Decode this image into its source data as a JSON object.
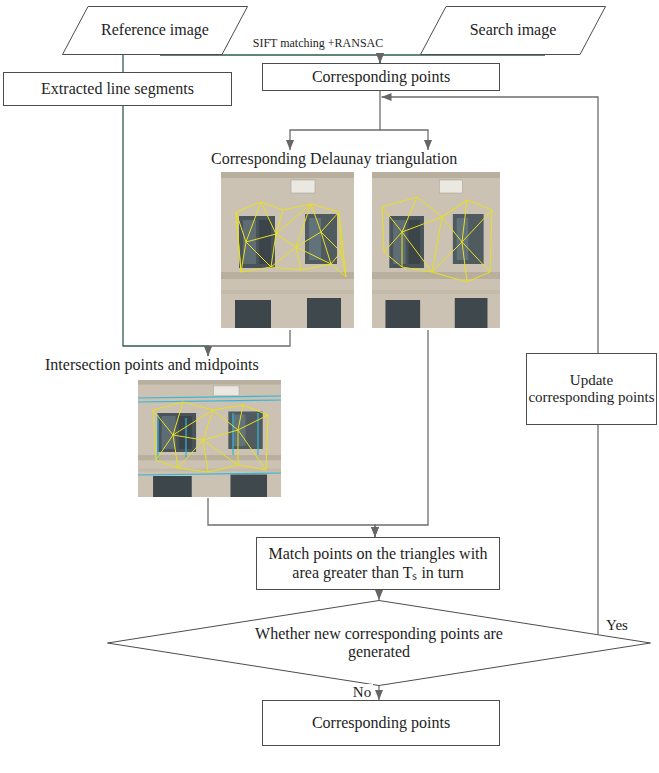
{
  "diagram": {
    "nodes": [
      {
        "text": [
          "Reference image"
        ]
      },
      {
        "text": [
          "Search image"
        ]
      },
      {
        "text": [
          "Extracted line segments"
        ]
      },
      {
        "text": [
          "Corresponding points"
        ]
      },
      {
        "text": [
          "Corresponding Delaunay triangulation"
        ]
      },
      {
        "text": [
          "Intersection points and midpoints"
        ]
      },
      {
        "text": [
          "Match points on the triangles with area greater than Tₛ in turn"
        ]
      },
      {
        "text": [
          "Whether new corresponding points are generated"
        ]
      },
      {
        "text": [
          "Corresponding points"
        ]
      },
      {
        "text": [
          "Update corresponding points"
        ]
      }
    ],
    "edges": [
      {
        "from": 0,
        "to": 2,
        "arrow": "none"
      },
      {
        "from": 0,
        "to": 3,
        "label": "SIFT matching +RANSAC",
        "arrow": "to"
      },
      {
        "from": 1,
        "to": 3,
        "arrow": "to"
      },
      {
        "from": 3,
        "to": 4,
        "arrow": "to"
      },
      {
        "from": 2,
        "to": 5,
        "arrow": "to"
      },
      {
        "from": 4,
        "to": 5,
        "arrow": "to"
      },
      {
        "from": 5,
        "to": 6,
        "arrow": "to"
      },
      {
        "from": 4,
        "to": 6,
        "arrow": "to"
      },
      {
        "from": 6,
        "to": 7,
        "arrow": "to"
      },
      {
        "from": 7,
        "to": 8,
        "label": "No",
        "arrow": "to"
      },
      {
        "from": 7,
        "to": 9,
        "label": "Yes",
        "arrow": "none"
      },
      {
        "from": 9,
        "to": 3,
        "arrow": "to"
      }
    ]
  }
}
